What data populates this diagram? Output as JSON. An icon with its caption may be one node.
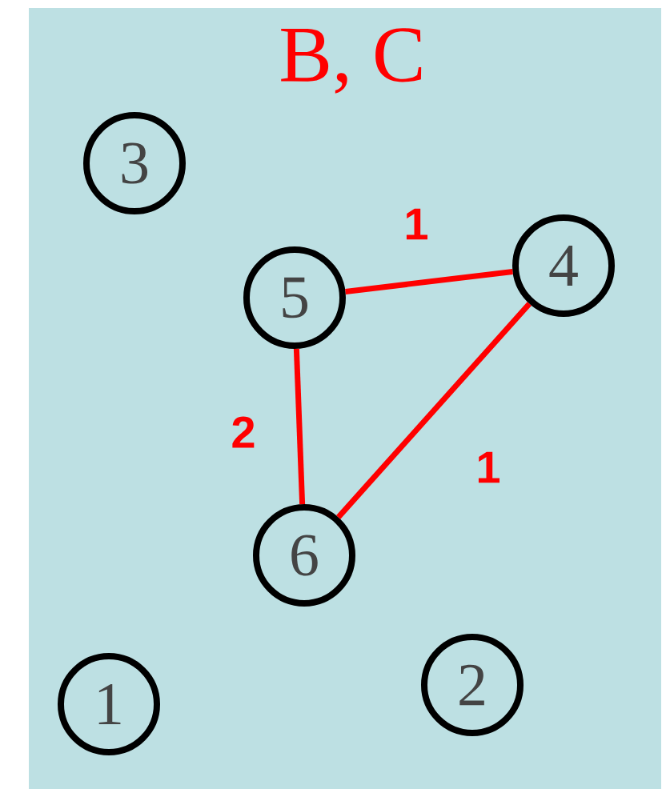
{
  "diagram": {
    "title": "B, C",
    "nodes": [
      {
        "text": [
          "3"
        ]
      },
      {
        "text": [
          "4"
        ]
      },
      {
        "text": [
          "5"
        ]
      },
      {
        "text": [
          "6"
        ]
      },
      {
        "text": [
          "2"
        ]
      },
      {
        "text": [
          "1"
        ]
      }
    ],
    "edges": [
      {
        "from": 2,
        "to": 1,
        "arrow": "none",
        "label": "1"
      },
      {
        "from": 2,
        "to": 3,
        "arrow": "none",
        "label": "2"
      },
      {
        "from": 3,
        "to": 1,
        "arrow": "none",
        "label": "1"
      }
    ]
  }
}
